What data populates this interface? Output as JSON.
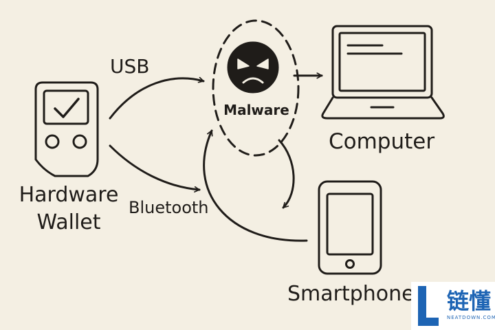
{
  "nodes": {
    "hardware_wallet": {
      "line1": "Hardware",
      "line2": "Wallet"
    },
    "malware": {
      "label": "Malware"
    },
    "computer": {
      "label": "Computer"
    },
    "smartphone": {
      "label": "Smartphone"
    }
  },
  "edges": {
    "usb": {
      "label": "USB"
    },
    "bluetooth": {
      "label": "Bluetooth"
    }
  },
  "watermark": {
    "text": "链懂",
    "sub": "NEATDOWN.COM"
  },
  "colors": {
    "background": "#f4efe3",
    "ink": "#1f1c19",
    "watermark": "#1d64b4"
  }
}
